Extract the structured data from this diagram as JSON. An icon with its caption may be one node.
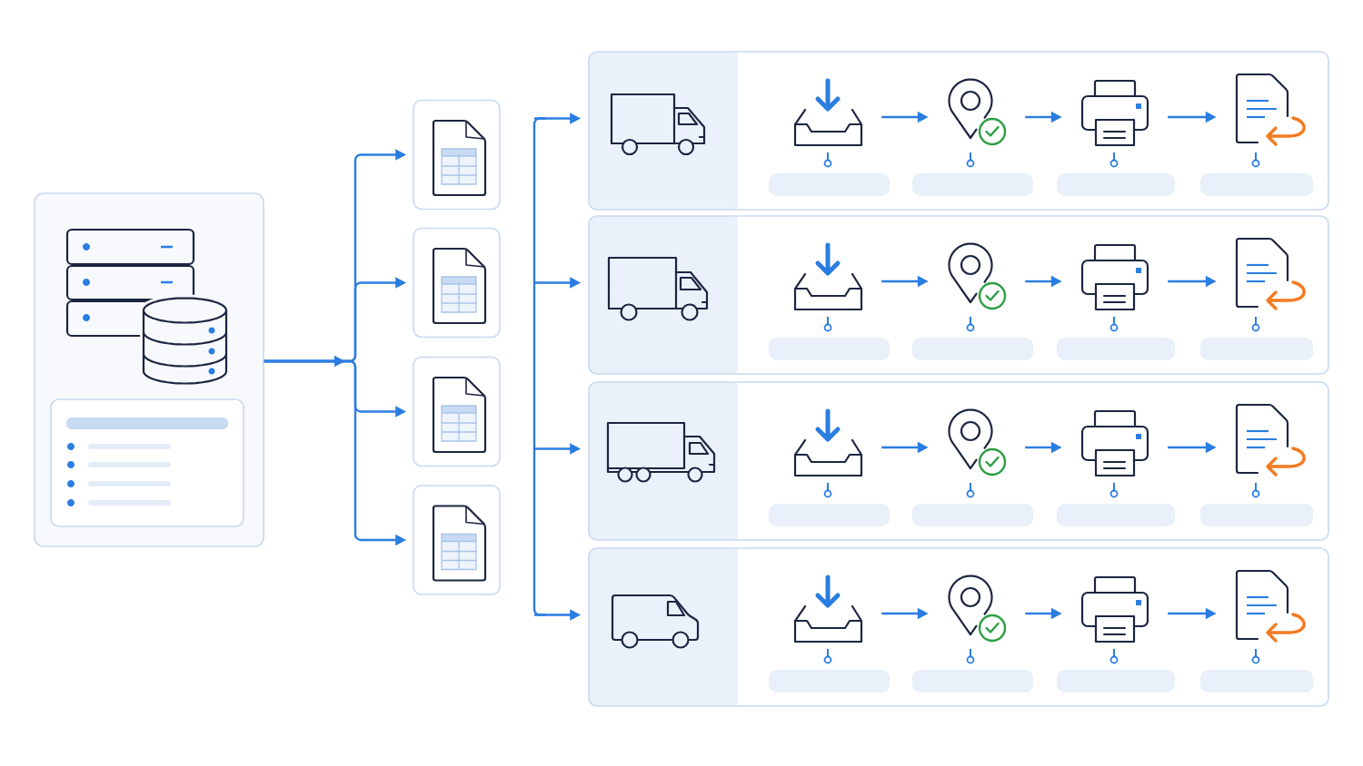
{
  "diagram": {
    "nodes": [
      {
        "text": [],
        "shape": "box"
      },
      {
        "text": [],
        "shape": "picture",
        "in": 0
      },
      {
        "text": [],
        "shape": "box",
        "in": 0
      },
      {
        "text": [],
        "shape": "box"
      },
      {
        "text": [],
        "shape": "picture",
        "in": 3
      },
      {
        "text": [],
        "shape": "box"
      },
      {
        "text": [],
        "shape": "picture",
        "in": 5
      },
      {
        "text": [],
        "shape": "box"
      },
      {
        "text": [],
        "shape": "picture",
        "in": 7
      },
      {
        "text": [],
        "shape": "box"
      },
      {
        "text": [],
        "shape": "picture",
        "in": 9
      },
      {
        "text": [],
        "shape": "box"
      },
      {
        "text": [],
        "shape": "picture",
        "in": 11
      },
      {
        "text": [],
        "shape": "picture",
        "in": 11
      },
      {
        "text": [],
        "shape": "picture",
        "in": 11
      },
      {
        "text": [],
        "shape": "picture",
        "in": 11
      },
      {
        "text": [],
        "shape": "picture",
        "in": 11
      },
      {
        "text": [],
        "shape": "box"
      },
      {
        "text": [],
        "shape": "picture",
        "in": 17
      },
      {
        "text": [],
        "shape": "picture",
        "in": 17
      },
      {
        "text": [],
        "shape": "picture",
        "in": 17
      },
      {
        "text": [],
        "shape": "picture",
        "in": 17
      },
      {
        "text": [],
        "shape": "picture",
        "in": 17
      },
      {
        "text": [],
        "shape": "box"
      },
      {
        "text": [],
        "shape": "picture",
        "in": 23
      },
      {
        "text": [],
        "shape": "picture",
        "in": 23
      },
      {
        "text": [],
        "shape": "picture",
        "in": 23
      },
      {
        "text": [],
        "shape": "picture",
        "in": 23
      },
      {
        "text": [],
        "shape": "picture",
        "in": 23
      },
      {
        "text": [],
        "shape": "box"
      },
      {
        "text": [],
        "shape": "picture",
        "in": 29
      },
      {
        "text": [],
        "shape": "picture",
        "in": 29
      },
      {
        "text": [],
        "shape": "picture",
        "in": 29
      },
      {
        "text": [],
        "shape": "picture",
        "in": 29
      },
      {
        "text": [],
        "shape": "picture",
        "in": 29
      }
    ],
    "edges": [
      {
        "from": 0,
        "to": 3,
        "arrow": "to"
      },
      {
        "from": 0,
        "to": 5,
        "arrow": "to"
      },
      {
        "from": 0,
        "to": 7,
        "arrow": "to"
      },
      {
        "from": 0,
        "to": 9,
        "arrow": "to"
      },
      {
        "from": null,
        "to": 11,
        "arrow": "to"
      },
      {
        "from": null,
        "to": 17,
        "arrow": "to"
      },
      {
        "from": null,
        "to": 23,
        "arrow": "to"
      },
      {
        "from": null,
        "to": 29,
        "arrow": "to"
      },
      {
        "from": 13,
        "to": 14,
        "arrow": "to"
      },
      {
        "from": 14,
        "to": 15,
        "arrow": "to"
      },
      {
        "from": 15,
        "to": 16,
        "arrow": "to"
      },
      {
        "from": 19,
        "to": 20,
        "arrow": "to"
      },
      {
        "from": 20,
        "to": 21,
        "arrow": "to"
      },
      {
        "from": 21,
        "to": 22,
        "arrow": "to"
      },
      {
        "from": 25,
        "to": 26,
        "arrow": "to"
      },
      {
        "from": 26,
        "to": 27,
        "arrow": "to"
      },
      {
        "from": 27,
        "to": 28,
        "arrow": "to"
      },
      {
        "from": 31,
        "to": 32,
        "arrow": "to"
      },
      {
        "from": 32,
        "to": 33,
        "arrow": "to"
      },
      {
        "from": 33,
        "to": 34,
        "arrow": "to"
      }
    ]
  }
}
